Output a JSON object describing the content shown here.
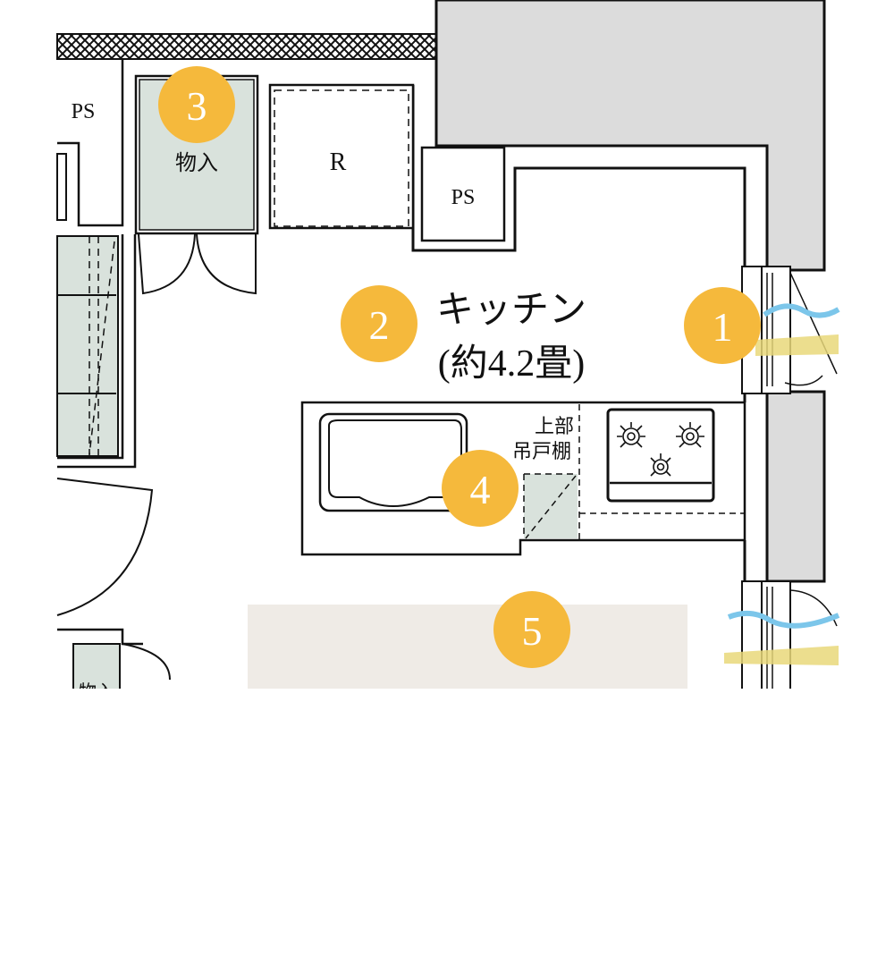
{
  "labels": {
    "ps_left": "PS",
    "storage_top": "物入",
    "fridge": "R",
    "ps_center": "PS",
    "kitchen_name": "キッチン",
    "kitchen_size": "(約4.2畳)",
    "cabinet_line1": "上部",
    "cabinet_line2": "吊戸棚",
    "storage_bottom": "物入"
  },
  "markers": [
    {
      "number": "1"
    },
    {
      "number": "2"
    },
    {
      "number": "3"
    },
    {
      "number": "4"
    },
    {
      "number": "5"
    }
  ],
  "colors": {
    "marker": "#f5b93c",
    "marker_text": "#ffffff",
    "wall_fill": "#dcdcdc",
    "storage_fill": "#d9e2dc",
    "counter_highlight": "#efebe6",
    "breeze_blue": "#7cc6ea",
    "sunlight_yellow": "#e9d87a",
    "line": "#111111"
  }
}
